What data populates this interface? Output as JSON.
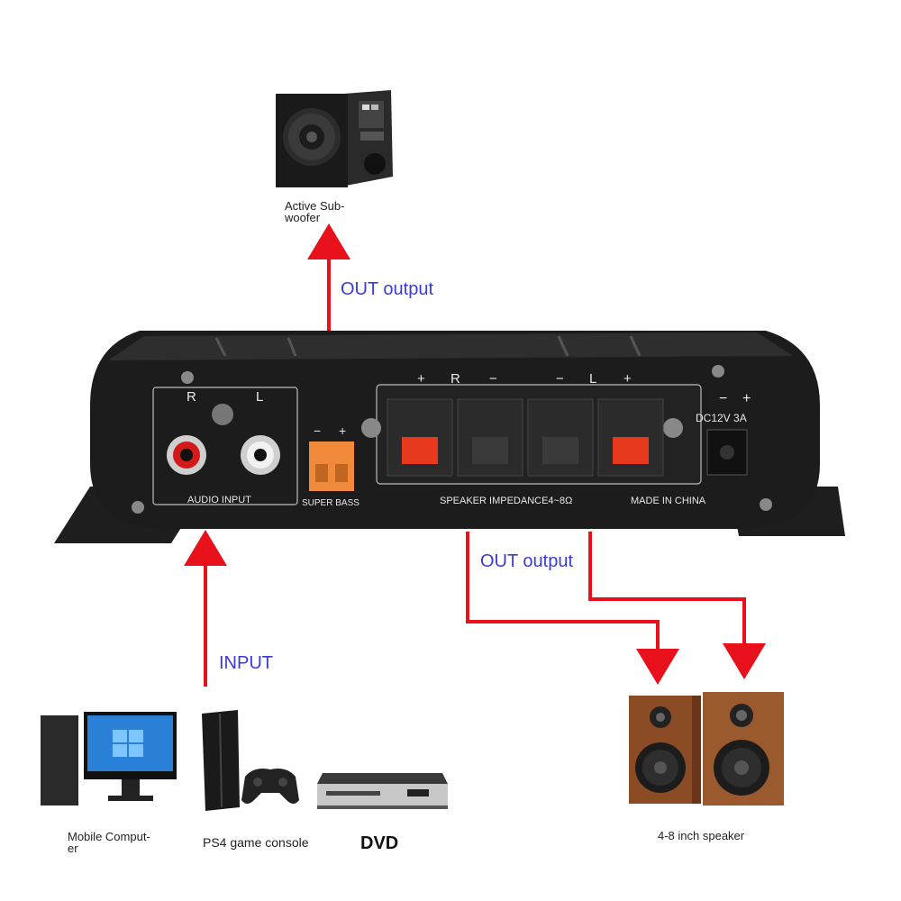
{
  "subwoofer": {
    "label_line1": "Active Sub-",
    "label_line2": "woofer"
  },
  "arrows": {
    "out_top": "OUT output",
    "out_bottom": "OUT output",
    "input": "INPUT"
  },
  "amplifier": {
    "input_r": "R",
    "input_l": "L",
    "audio_input": "AUDIO INPUT",
    "super_bass": "SUPER BASS",
    "bass_minus": "−",
    "bass_plus": "+",
    "spk_plus_r": "+",
    "spk_r": "R",
    "spk_minus_r": "−",
    "spk_minus_l": "−",
    "spk_l": "L",
    "spk_plus_l": "+",
    "impedance": "SPEAKER IMPEDANCE4~8Ω",
    "made_in": "MADE IN CHINA",
    "dc_rating": "DC12V 3A",
    "dc_minus": "−",
    "dc_plus": "+"
  },
  "sources": {
    "computer_line1": "Mobile Comput-",
    "computer_line2": "er",
    "ps4": "PS4 game console",
    "dvd": "DVD"
  },
  "speakers": {
    "label": "4-8 inch speaker"
  },
  "colors": {
    "arrow": "#e8101a",
    "label_blue": "#3b3bd6",
    "terminal_red": "#e8381e",
    "bass_orange": "#f08a3a"
  }
}
